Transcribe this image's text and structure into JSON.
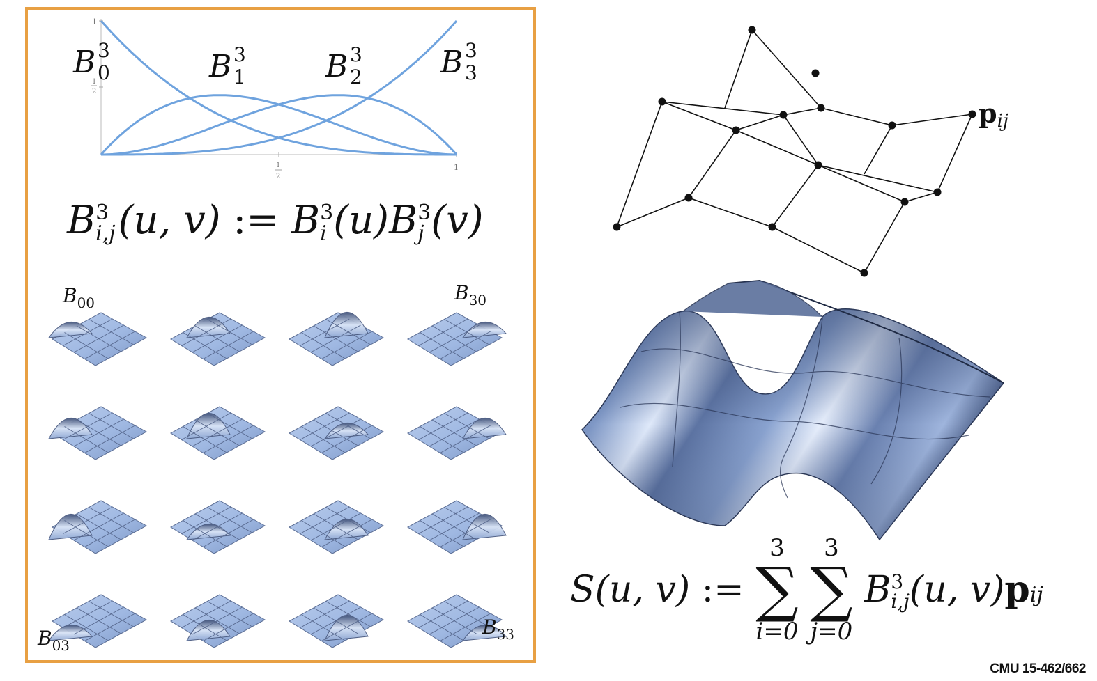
{
  "basis_plot": {
    "ytick_top": "1",
    "ytick_half_num": "1",
    "ytick_half_den": "2",
    "xtick_half_num": "1",
    "xtick_half_den": "2",
    "xtick_end": "1",
    "labels": [
      {
        "base": "B",
        "sup": "3",
        "sub": "0"
      },
      {
        "base": "B",
        "sup": "3",
        "sub": "1"
      },
      {
        "base": "B",
        "sup": "3",
        "sub": "2"
      },
      {
        "base": "B",
        "sup": "3",
        "sub": "3"
      }
    ],
    "color": "#6fa3de"
  },
  "tensor_formula": {
    "lhs_base": "B",
    "lhs_sup": "3",
    "lhs_sub": "i,j",
    "lhs_args": "(u, v)",
    "assign": ":=",
    "rhs1_base": "B",
    "rhs1_sup": "3",
    "rhs1_sub": "i",
    "rhs1_args": "(u)",
    "rhs2_base": "B",
    "rhs2_sup": "3",
    "rhs2_sub": "j",
    "rhs2_args": "(v)"
  },
  "grid_labels": {
    "b00": {
      "base": "B",
      "sub": "00"
    },
    "b30": {
      "base": "B",
      "sub": "30"
    },
    "b03": {
      "base": "B",
      "sub": "03"
    },
    "b33": {
      "base": "B",
      "sub": "33"
    }
  },
  "control_net": {
    "point_label_base": "p",
    "point_label_sub": "ij"
  },
  "surface_formula": {
    "lhs": "S(u, v)",
    "assign": ":=",
    "sum1_top": "3",
    "sum1_bottom": "i=0",
    "sum2_top": "3",
    "sum2_bottom": "j=0",
    "term_base": "B",
    "term_sup": "3",
    "term_sub": "i,j",
    "term_args": "(u, v)",
    "term_p": "p",
    "term_p_sub": "ij"
  },
  "footer": "CMU 15-462/662",
  "colors": {
    "frame": "#e8a043",
    "surface": "#7e9ac8",
    "surface_dark": "#3a4d72"
  }
}
